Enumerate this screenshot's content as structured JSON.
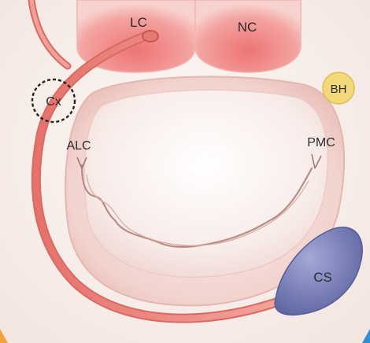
{
  "labels": {
    "lc": "LC",
    "nc": "NC",
    "bh": "BH",
    "cx": "Cx",
    "alc": "ALC",
    "pmc": "PMC",
    "cs": "CS"
  },
  "colors": {
    "background": "#fbf4f0",
    "cusp": "#f08a8a",
    "artery": "#e7837b",
    "annulus": "#f3d8d4",
    "orifice": "#f7ebe8",
    "coronary_sinus": "#7b82b6",
    "his_bundle": "#f3d97a",
    "corner_accent": "#f2a23a",
    "corner_accent_right": "#2d8fd6"
  }
}
